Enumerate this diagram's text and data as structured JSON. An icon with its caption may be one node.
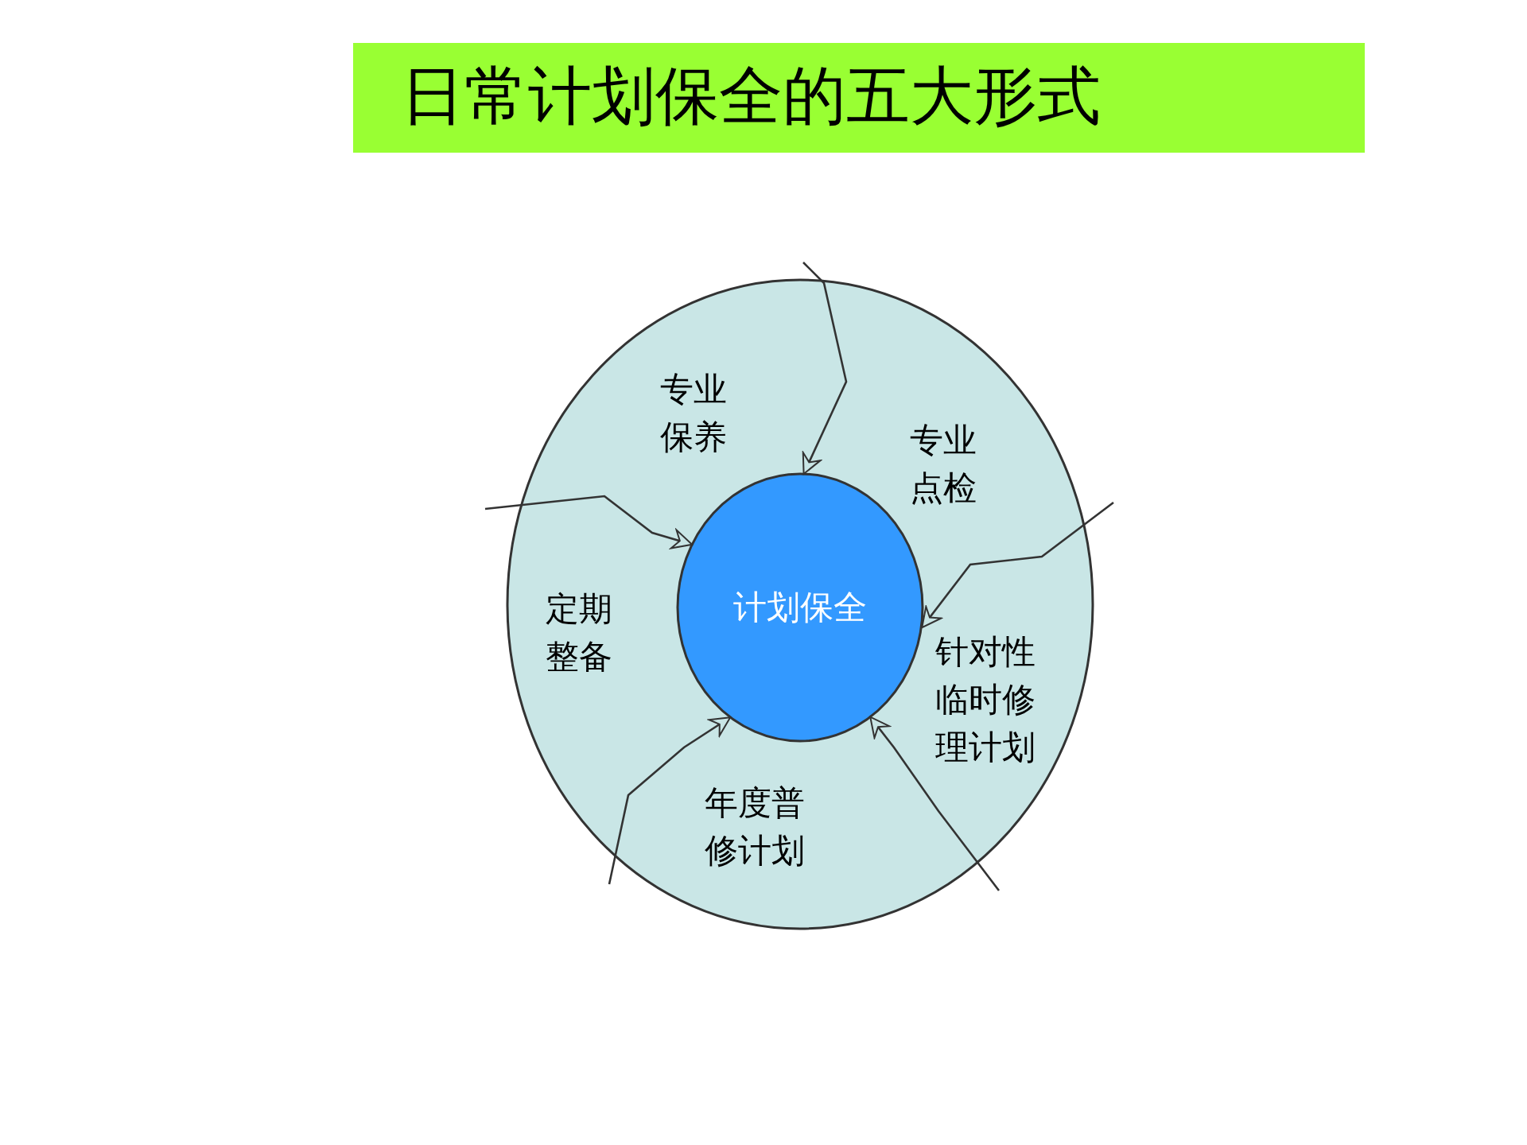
{
  "diagram": {
    "title": "日常计划保全的五大形式",
    "nodes": [
      {
        "text": [],
        "shape": "circle"
      },
      {
        "text": [
          "计划保全"
        ],
        "in": 0
      }
    ],
    "edges": [
      {
        "from": null,
        "to": 1,
        "arrow": "to"
      },
      {
        "from": null,
        "to": 1,
        "arrow": "to"
      },
      {
        "from": null,
        "to": 1,
        "arrow": "to"
      },
      {
        "from": null,
        "to": 1,
        "arrow": "to"
      },
      {
        "from": null,
        "to": 1,
        "arrow": "to"
      }
    ],
    "labels": [
      "专业保养",
      "专业点检",
      "定期整备",
      "针对性临时修理计划",
      "年度普修计划"
    ]
  }
}
